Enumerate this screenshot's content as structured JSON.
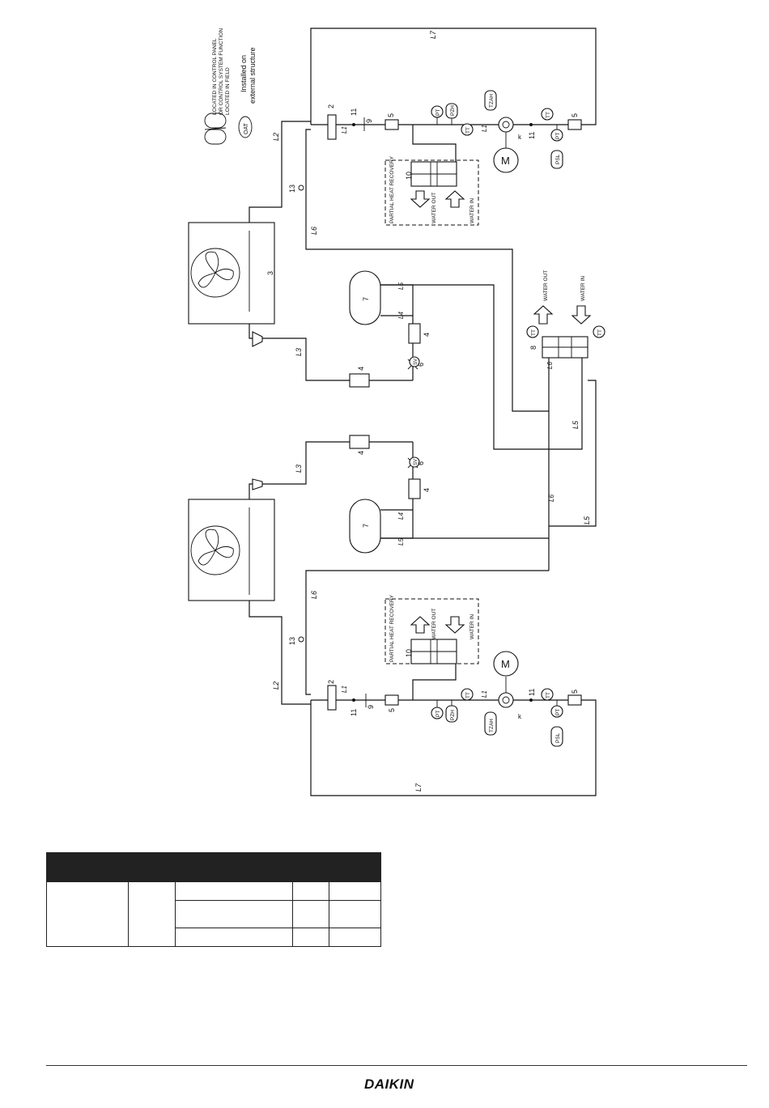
{
  "legend": {
    "control_panel_1": "LOCATED IN CONTROL PANEL",
    "control_panel_2": "OR CONTROL SYSTEM FUNCTION",
    "control_panel_3": "LOCATED IN FIELD",
    "oat_symbol": "OAT",
    "oat_text_1": "Installed on",
    "oat_text_2": "external structure"
  },
  "circuits": {
    "circuit_1": {
      "labels": {
        "l1": "L1",
        "l2": "L2",
        "l3": "L3",
        "l4": "L4",
        "l5": "L5",
        "l6": "L6",
        "l7": "L7"
      },
      "components": {
        "c2": "2",
        "c3": "3",
        "c4a": "4",
        "c4b": "4",
        "c5a": "5",
        "c5b": "5",
        "c6": "6",
        "c7": "7",
        "c9": "9",
        "c10": "10",
        "c11a": "11",
        "c11b": "11",
        "c13": "13",
        "k": "k",
        "motor": "M"
      },
      "instruments": {
        "pt1": "PT",
        "pzh": "PZH",
        "tzah": "TZAH",
        "tt1": "TT",
        "tt2": "TT",
        "pt2": "PT",
        "psl": "PSL",
        "sv": "SV"
      },
      "heat_recovery": {
        "title": "PARTIAL HEAT RECOVERY",
        "water_out": "WATER OUT",
        "water_in": "WATER IN"
      }
    },
    "circuit_2": {
      "labels": {
        "l1": "L1",
        "l2": "L2",
        "l3": "L3",
        "l4": "L4",
        "l5": "L5",
        "l6": "L6",
        "l7": "L7"
      },
      "components": {
        "c2": "2",
        "c4a": "4",
        "c4b": "4",
        "c5a": "5",
        "c5b": "5",
        "c6": "6",
        "c7": "7",
        "c9": "9",
        "c10": "10",
        "c11a": "11",
        "c11b": "11",
        "c13": "13",
        "k": "k",
        "motor": "M"
      },
      "instruments": {
        "pt1": "PT",
        "pzh": "PZH",
        "tzah": "TZAH",
        "tt1": "TT",
        "tt2": "TT",
        "pt2": "PT",
        "psl": "PSL",
        "sv": "SV"
      },
      "heat_recovery": {
        "title": "PARTIAL HEAT RECOVERY",
        "water_out": "WATER OUT",
        "water_in": "WATER IN"
      }
    }
  },
  "evaporator": {
    "number": "8",
    "water_out": "WATER OUT",
    "water_in": "WATER IN",
    "tt_out": "TT",
    "tt_in": "TT"
  },
  "footer": {
    "brand": "DAIKIN"
  }
}
